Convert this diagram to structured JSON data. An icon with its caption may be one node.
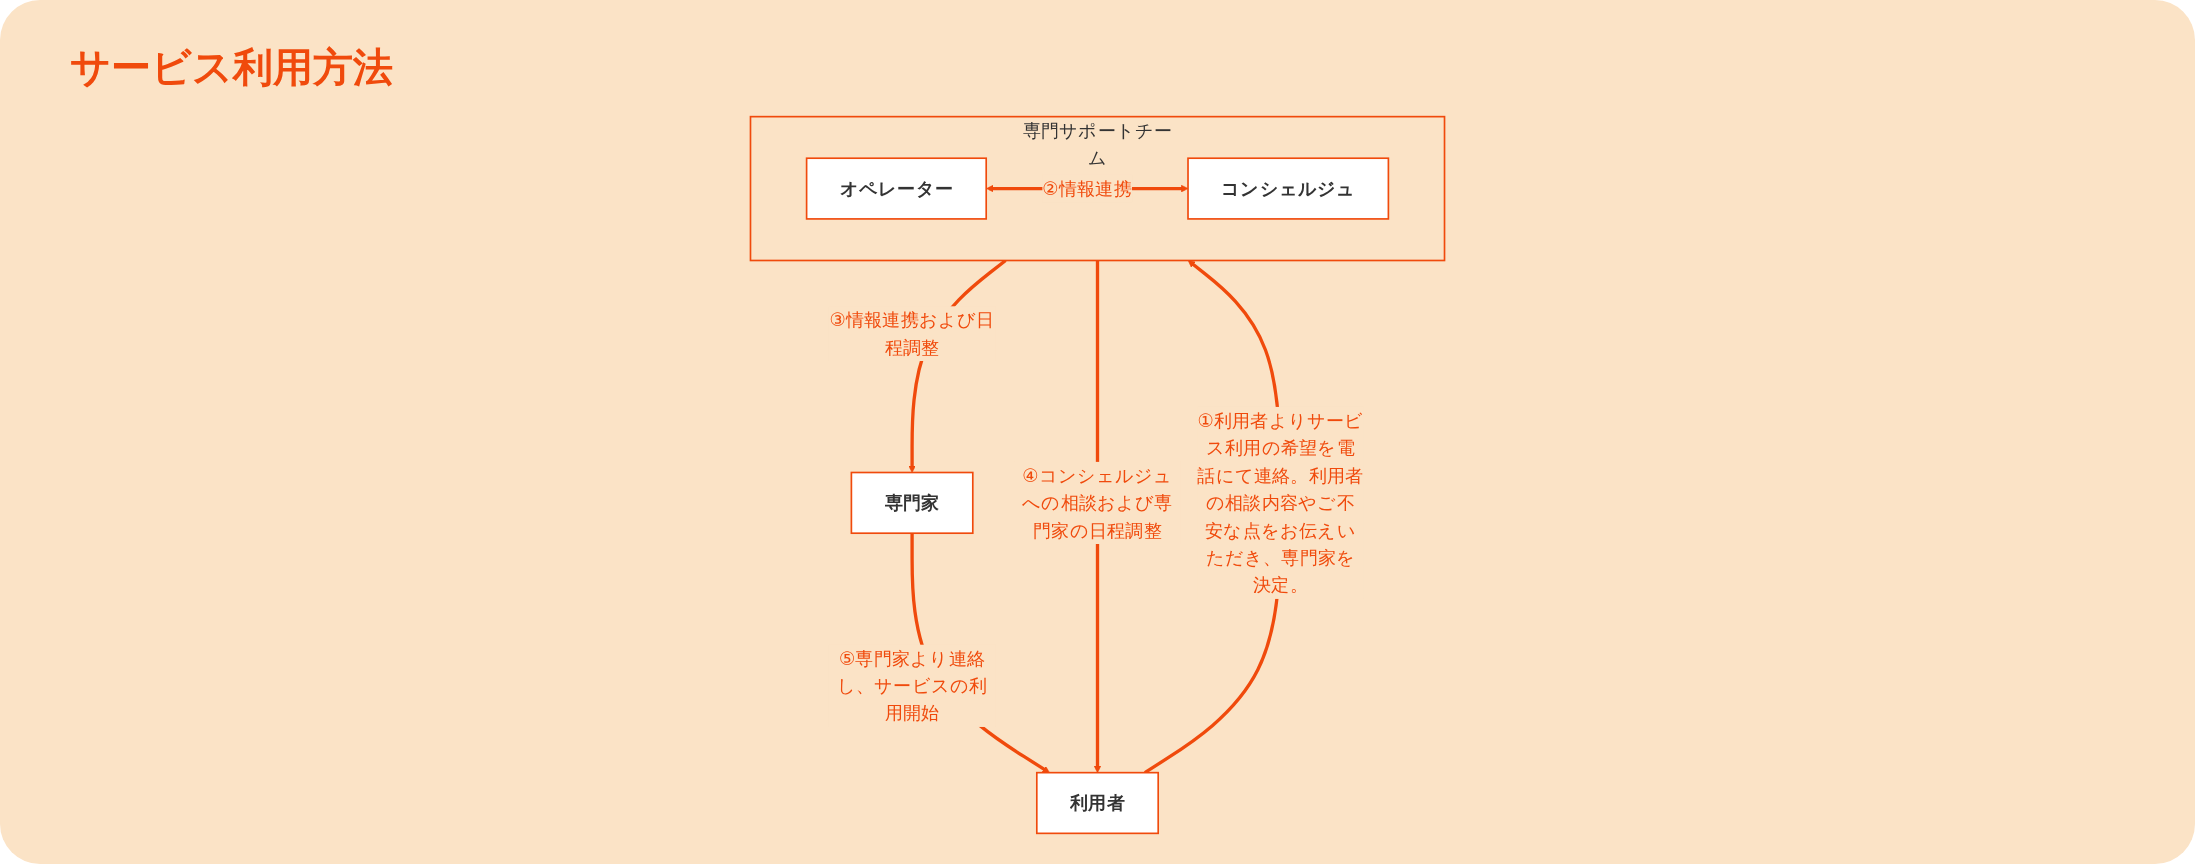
{
  "diagram": {
    "title": "サービス利用方法",
    "nodes": [
      {
        "text": [
          "利用者"
        ]
      },
      {
        "text": [
          "専門サポートチーム"
        ]
      },
      {
        "text": [
          "オペレーター"
        ],
        "in": 1
      },
      {
        "text": [
          "コンシェルジュ"
        ],
        "in": 1
      },
      {
        "text": [
          "専門家"
        ]
      }
    ],
    "edges": [
      {
        "from": 0,
        "to": 1,
        "arrow": "to",
        "label": "①利用者よりサービス利用の希望を電話にて連絡。利用者の相談内容やご不安な点をお伝えいただき、専門家を決定。"
      },
      {
        "from": 1,
        "to": 0,
        "arrow": "to",
        "label": "④コンシェルジュへの相談および専門家の日程調整"
      },
      {
        "from": 2,
        "to": 3,
        "arrow": "both",
        "label": "②情報連携"
      },
      {
        "from": 1,
        "to": 4,
        "arrow": "to",
        "label": "③情報連携および日程調整"
      },
      {
        "from": 4,
        "to": 0,
        "arrow": "to",
        "label": "⑤専門家より連絡し、サービスの利用開始"
      }
    ]
  }
}
